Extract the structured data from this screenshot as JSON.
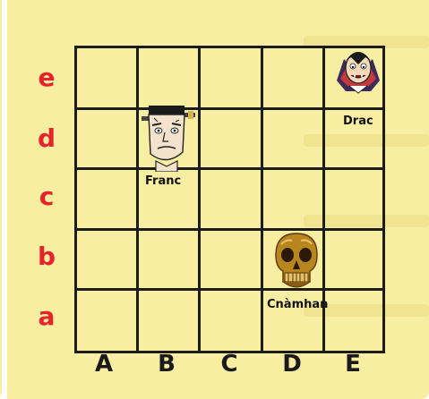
{
  "rows": [
    "e",
    "d",
    "c",
    "b",
    "a"
  ],
  "columns": [
    "A",
    "B",
    "C",
    "D",
    "E"
  ],
  "characters": [
    {
      "name": "Drac",
      "icon": "vampire-icon",
      "cell": "E-e"
    },
    {
      "name": "Franc",
      "icon": "frankenstein-icon",
      "cell": "B-d"
    },
    {
      "name": "Cnàmhan",
      "icon": "skull-icon",
      "cell": "D-b"
    }
  ],
  "colors": {
    "background": "#f8eea1",
    "grid_line": "#1c1c1c",
    "row_label": "#e8222a",
    "column_label": "#1a1a1a"
  }
}
